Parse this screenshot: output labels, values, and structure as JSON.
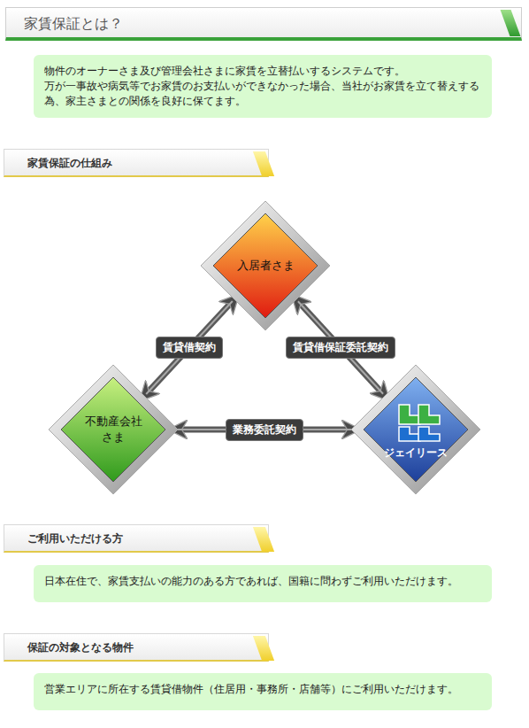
{
  "diagram": {
    "title": "家賃保証とは？",
    "nodes": [
      {
        "text": [
          "物件のオーナーさま及び管理会社さまに家賃を立替払いするシステムです。",
          "万が一事故や病気等でお家賃のお支払いができなかった場合、当社がお家賃を立て替えする為、家主さまとの関係を良好に保てます。"
        ]
      },
      {
        "text": [
          "家賃保証の仕組み"
        ]
      },
      {
        "text": [
          "入居者さま"
        ]
      },
      {
        "text": [
          "不動産会社 さま"
        ]
      },
      {
        "text": [
          "ジェイリース"
        ]
      },
      {
        "text": [
          "ご利用いただける方"
        ]
      },
      {
        "text": [
          "日本在住で、家賃支払いの能力のある方であれば、国籍に問わずご利用いただけます。"
        ]
      },
      {
        "text": [
          "保証の対象となる物件"
        ]
      },
      {
        "text": [
          "営業エリアに所在する賃貸借物件（住居用・事務所・店舗等）にご利用いただけます。"
        ]
      }
    ],
    "edges": [
      {
        "from": 3,
        "to": 2,
        "label": "賃貸借契約",
        "arrow": "both"
      },
      {
        "from": 2,
        "to": 4,
        "label": "賃貸借保証委託契約",
        "arrow": "both"
      },
      {
        "from": 3,
        "to": 4,
        "label": "業務委託契約",
        "arrow": "both"
      }
    ]
  }
}
